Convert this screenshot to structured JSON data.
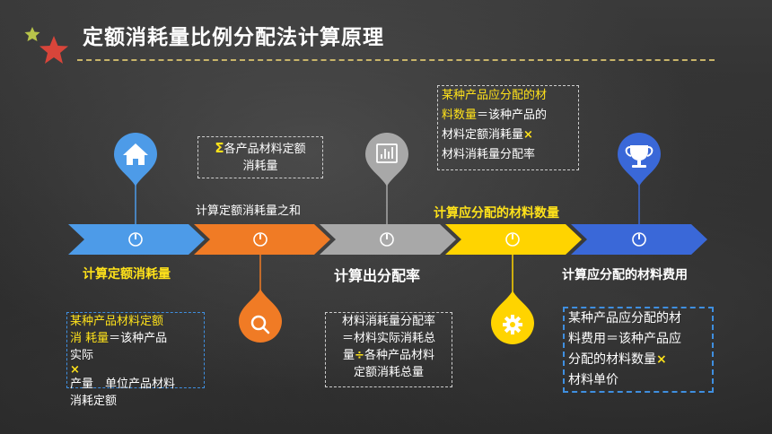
{
  "title": "定额消耗量比例分配法计算原理",
  "colors": {
    "blue": "#4d9be8",
    "orange": "#f07b25",
    "gray": "#a8a8a8",
    "yellow": "#ffd400",
    "darkblue": "#3a68d8",
    "accent": "#ffe21a"
  },
  "icons": [
    "home-icon",
    "search-icon",
    "chart-icon",
    "gear-icon",
    "trophy-icon",
    "star-icon"
  ],
  "stages": [
    {
      "label": "计算定额消耗量"
    },
    {
      "label": "计算定额消耗量之和"
    },
    {
      "label": "计算出分配率"
    },
    {
      "label": "计算应分配的材料数量"
    },
    {
      "label": "计算应分配的材料费用"
    }
  ],
  "boxes": {
    "sum": {
      "sigma": "Σ",
      "line1": "各产品材料定额",
      "line2": "消耗量"
    },
    "quota": {
      "line1_a": "某种产品材料定额",
      "line2_a": "消 耗量",
      "line2_b": "＝该种产品",
      "line3": "实际",
      "x": "×",
      "line4": "产量　单位产品材料",
      "line5": "消耗定额"
    },
    "rate": {
      "line1": "材料消耗量分配率",
      "line2": "＝材料实际消耗总",
      "line3_a": "量",
      "div": "÷",
      "line3_b": "各种产品材料",
      "line4": "定额消耗总量"
    },
    "quantity": {
      "line1": "某种产品应分配的材",
      "line2_a": "料数量",
      "line2_b": "＝该种产品的",
      "line3": "材料定额消耗量",
      "x": "×",
      "line4": "材料消耗量分配率"
    },
    "cost": {
      "line1": "某种产品应分配的材",
      "line2": "料费用＝该种产品应",
      "line3": "分配的材料数量",
      "x": "×",
      "line4": "材料单价"
    }
  }
}
